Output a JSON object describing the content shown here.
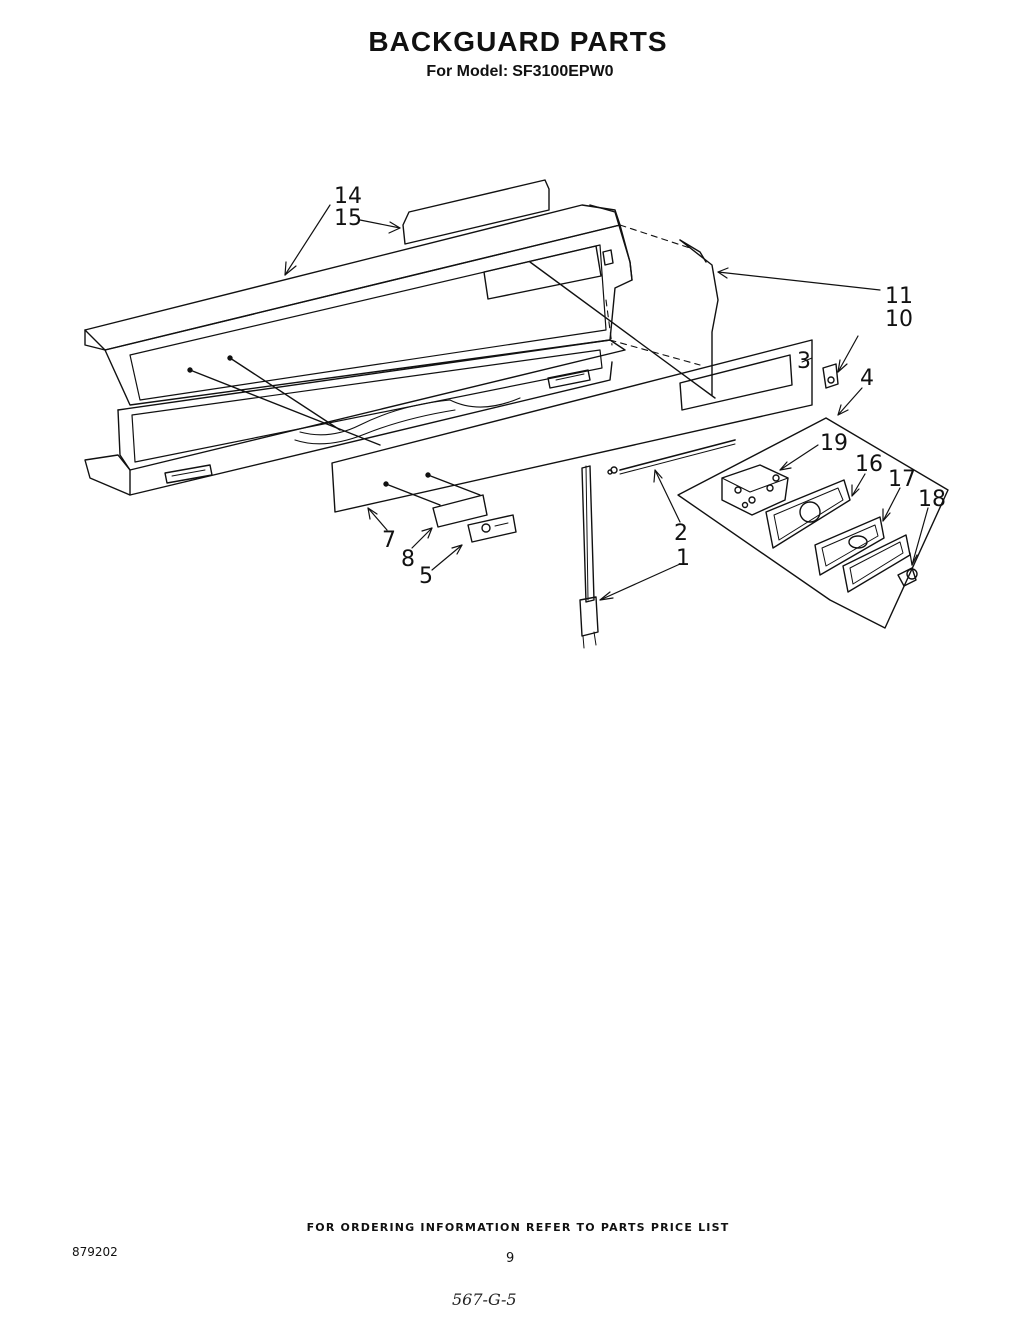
{
  "header": {
    "title": "BACKGUARD PARTS",
    "model_label": "For Model:",
    "model_number": "SF3100EPW0"
  },
  "callouts": [
    "14",
    "15",
    "11",
    "10",
    "3",
    "4",
    "19",
    "16",
    "17",
    "18",
    "2",
    "1",
    "7",
    "8",
    "5"
  ],
  "footer": {
    "note": "FOR ORDERING INFORMATION REFER TO PARTS PRICE LIST",
    "doc_number": "879202",
    "page_number": "9",
    "handwritten_code": "567-G-5"
  }
}
